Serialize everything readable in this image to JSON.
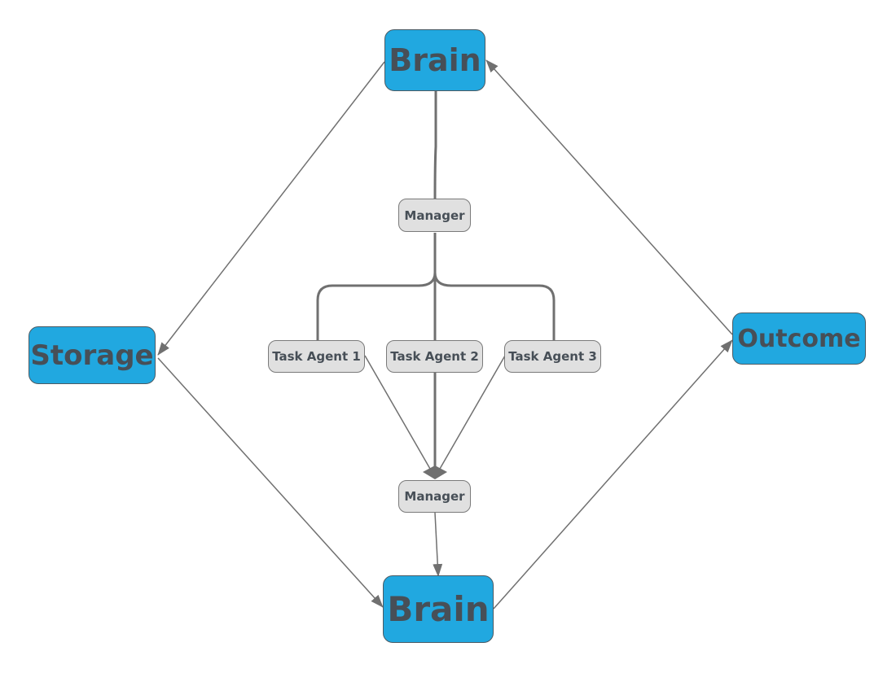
{
  "colors": {
    "primary_node_fill": "#21a8e0",
    "secondary_node_fill": "#e0e0e0",
    "text": "#474f57",
    "edge": "#707070"
  },
  "nodes": {
    "brain_top": "Brain",
    "brain_bottom": "Brain",
    "storage": "Storage",
    "outcome": "Outcome",
    "manager_top": "Manager",
    "manager_bottom": "Manager",
    "task_agent_1": "Task Agent 1",
    "task_agent_2": "Task Agent 2",
    "task_agent_3": "Task Agent 3"
  },
  "edges": [
    {
      "from": "brain_top",
      "to": "storage",
      "style": "arrow"
    },
    {
      "from": "storage",
      "to": "brain_bottom",
      "style": "arrow"
    },
    {
      "from": "brain_bottom",
      "to": "outcome",
      "style": "arrow"
    },
    {
      "from": "outcome",
      "to": "brain_top",
      "style": "arrow"
    },
    {
      "from": "brain_top",
      "to": "manager_top",
      "style": "thick-line"
    },
    {
      "from": "manager_top",
      "to": "task_agent_1",
      "style": "thick-branch"
    },
    {
      "from": "manager_top",
      "to": "task_agent_2",
      "style": "thick-branch"
    },
    {
      "from": "manager_top",
      "to": "task_agent_3",
      "style": "thick-branch"
    },
    {
      "from": "task_agent_1",
      "to": "manager_bottom",
      "style": "line-diamond"
    },
    {
      "from": "task_agent_2",
      "to": "manager_bottom",
      "style": "thick-diamond"
    },
    {
      "from": "task_agent_3",
      "to": "manager_bottom",
      "style": "line-diamond"
    },
    {
      "from": "manager_bottom",
      "to": "brain_bottom",
      "style": "arrow"
    }
  ]
}
